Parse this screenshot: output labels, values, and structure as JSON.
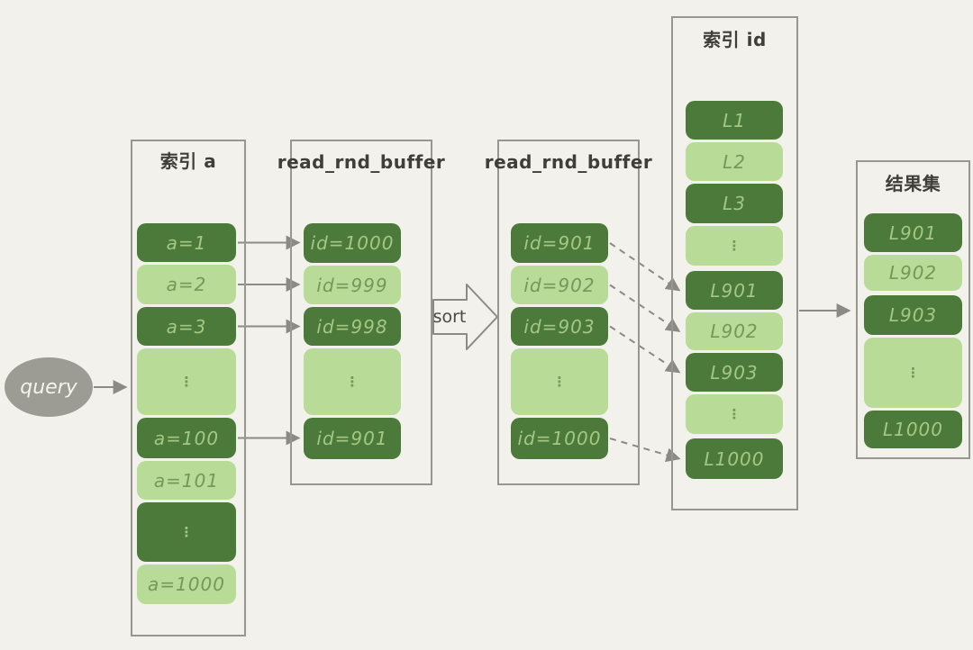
{
  "query_node": {
    "label": "query"
  },
  "sort_arrow": {
    "label": "sort"
  },
  "colors": {
    "background": "#f3f1ec",
    "frame_border": "#97968f",
    "title_text": "#3f3e38",
    "dark_cell": "#4c7a3b",
    "dark_cell_text": "#a4c884",
    "light_cell": "#b8db97",
    "light_cell_text": "#73985a",
    "arrow": "#8b8a84",
    "query_fill": "#9c9c94"
  },
  "columns": [
    {
      "id": "index-a",
      "title": "索引 a",
      "cells": [
        {
          "label": "a=1",
          "tone": "dark"
        },
        {
          "label": "a=2",
          "tone": "light"
        },
        {
          "label": "a=3",
          "tone": "dark"
        },
        {
          "label": "⋮",
          "tone": "light",
          "ellipsis": true
        },
        {
          "label": "a=100",
          "tone": "dark"
        },
        {
          "label": "a=101",
          "tone": "light"
        },
        {
          "label": "⋮",
          "tone": "dark",
          "ellipsis": true
        },
        {
          "label": "a=1000",
          "tone": "light"
        }
      ]
    },
    {
      "id": "read-rnd-buffer-1",
      "title": "read_rnd_buffer",
      "cells": [
        {
          "label": "id=1000",
          "tone": "dark"
        },
        {
          "label": "id=999",
          "tone": "light"
        },
        {
          "label": "id=998",
          "tone": "dark"
        },
        {
          "label": "⋮",
          "tone": "light",
          "ellipsis": true
        },
        {
          "label": "id=901",
          "tone": "dark"
        }
      ]
    },
    {
      "id": "read-rnd-buffer-2",
      "title": "read_rnd_buffer",
      "cells": [
        {
          "label": "id=901",
          "tone": "dark"
        },
        {
          "label": "id=902",
          "tone": "light"
        },
        {
          "label": "id=903",
          "tone": "dark"
        },
        {
          "label": "⋮",
          "tone": "light",
          "ellipsis": true
        },
        {
          "label": "id=1000",
          "tone": "dark"
        }
      ]
    },
    {
      "id": "index-id",
      "title": "索引 id",
      "cells": [
        {
          "label": "L1",
          "tone": "dark"
        },
        {
          "label": "L2",
          "tone": "light"
        },
        {
          "label": "L3",
          "tone": "dark"
        },
        {
          "label": "⋮",
          "tone": "light",
          "ellipsis": true
        },
        {
          "label": "L901",
          "tone": "dark"
        },
        {
          "label": "L902",
          "tone": "light"
        },
        {
          "label": "L903",
          "tone": "dark"
        },
        {
          "label": "⋮",
          "tone": "light",
          "ellipsis": true
        },
        {
          "label": "L1000",
          "tone": "dark"
        }
      ]
    },
    {
      "id": "result-set",
      "title": "结果集",
      "cells": [
        {
          "label": "L901",
          "tone": "dark"
        },
        {
          "label": "L902",
          "tone": "light"
        },
        {
          "label": "L903",
          "tone": "dark"
        },
        {
          "label": "⋮",
          "tone": "light",
          "ellipsis": true
        },
        {
          "label": "L1000",
          "tone": "dark"
        }
      ]
    }
  ],
  "links": {
    "solid": [
      {
        "from": [
          0,
          0
        ],
        "to": [
          1,
          0
        ]
      },
      {
        "from": [
          0,
          1
        ],
        "to": [
          1,
          1
        ]
      },
      {
        "from": [
          0,
          2
        ],
        "to": [
          1,
          2
        ]
      },
      {
        "from": [
          0,
          4
        ],
        "to": [
          1,
          4
        ]
      }
    ],
    "dashed": [
      {
        "from": [
          2,
          0
        ],
        "to": [
          3,
          4
        ]
      },
      {
        "from": [
          2,
          1
        ],
        "to": [
          3,
          5
        ]
      },
      {
        "from": [
          2,
          2
        ],
        "to": [
          3,
          6
        ]
      },
      {
        "from": [
          2,
          4
        ],
        "to": [
          3,
          8
        ]
      }
    ]
  }
}
